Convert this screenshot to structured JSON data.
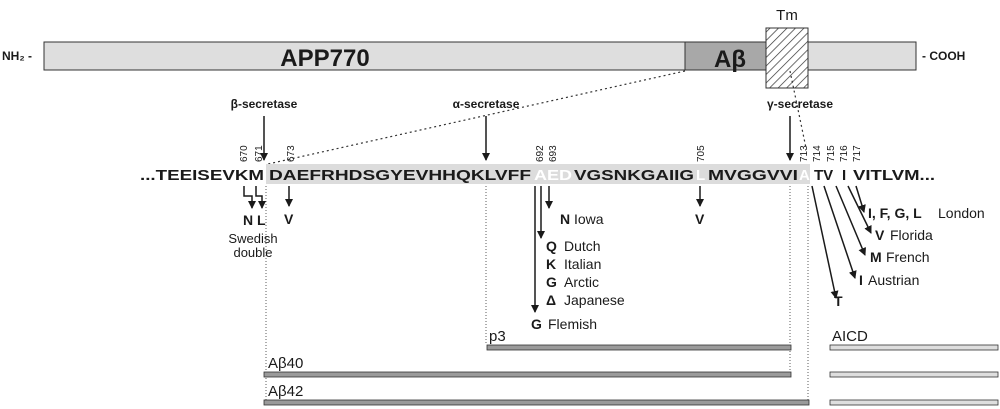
{
  "protein": {
    "n_term": "NH₂ -",
    "c_term": "- COOH",
    "name": "APP770",
    "abeta_label": "Aβ",
    "tm_label": "Tm"
  },
  "secretases": {
    "beta": "β-secretase",
    "alpha": "α-secretase",
    "gamma": "γ-secretase"
  },
  "sequence": {
    "seg1": "...TEEISEVKM",
    "seg2": "DAEFRHDSGYEVHHQKLVFF",
    "seg3": "AED",
    "seg4": "VGSNKGAIIG",
    "seg5": "L",
    "seg6": "MVGGVVI",
    "seg7": "A",
    "seg8": "TV",
    "seg9": "I",
    "seg10": "VITLVM..."
  },
  "residue_numbers": {
    "n670": "670",
    "n671": "671",
    "n673": "673",
    "n692": "692",
    "n693": "693",
    "n705": "705",
    "n713": "713",
    "n714": "714",
    "n715": "715",
    "n716": "716",
    "n717": "717"
  },
  "mutations": {
    "swedish_n": "N",
    "swedish_l": "L",
    "swedish_name_1": "Swedish",
    "swedish_name_2": "double",
    "v673": "V",
    "iowa_aa": "N",
    "iowa_name": "Iowa",
    "dutch_aa": "Q",
    "dutch_name": "Dutch",
    "italian_aa": "K",
    "italian_name": "Italian",
    "arctic_aa": "G",
    "arctic_name": "Arctic",
    "japanese_aa": "Δ",
    "japanese_name": "Japanese",
    "flemish_aa": "G",
    "flemish_name": "Flemish",
    "v705": "V",
    "london_aa": "I, F, G, L",
    "london_name": "London",
    "florida_aa": "V",
    "florida_name": "Florida",
    "french_aa": "M",
    "french_name": "French",
    "austrian_aa": "I",
    "austrian_name": "Austrian",
    "t714": "T"
  },
  "fragments": {
    "p3": "p3",
    "aicd": "AICD",
    "abeta40": "Aβ40",
    "abeta42": "Aβ42"
  },
  "colors": {
    "bar_fill": "#dedede",
    "abeta_fill": "#a8a8a8",
    "seq_highlight": "#dcdcdc",
    "outline": "#333333",
    "white_letters": "#ffffff"
  }
}
